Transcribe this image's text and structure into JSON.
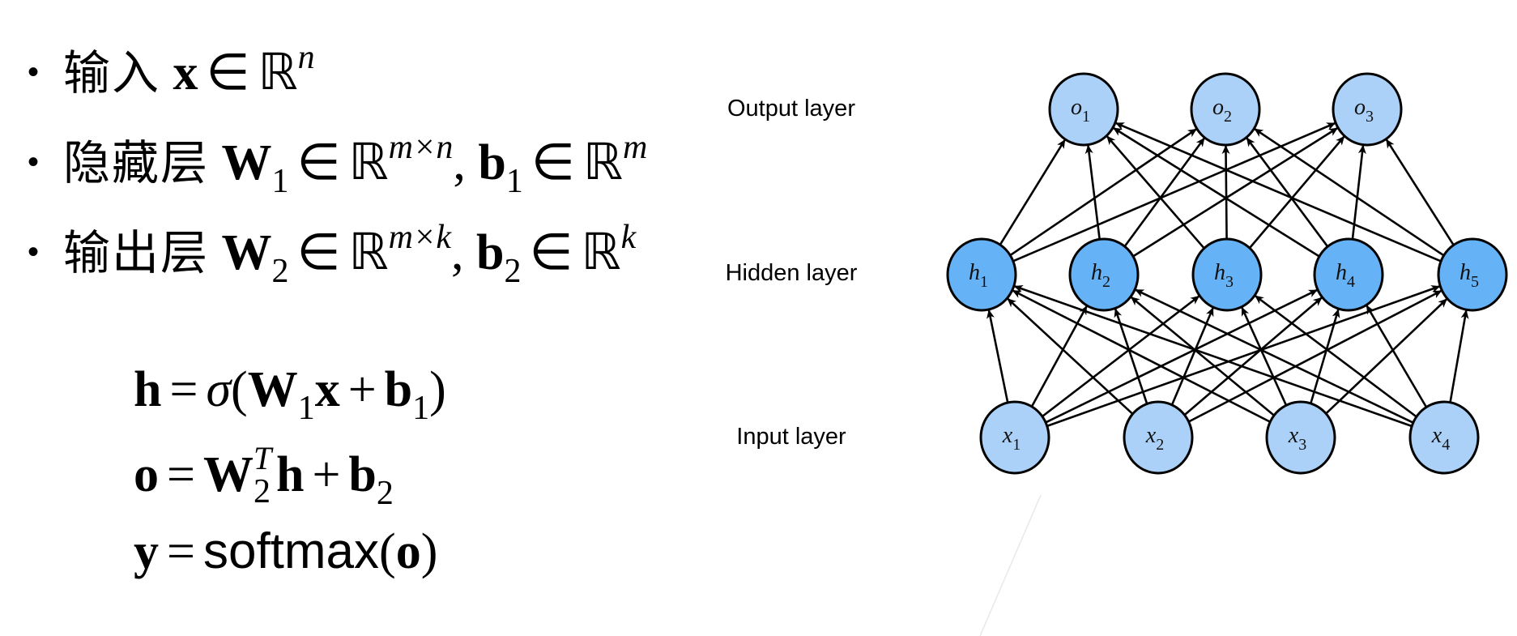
{
  "bullets": [
    {
      "label": "输入",
      "math": {
        "x": "x",
        "in": "∈",
        "R": "ℝ",
        "sup": "n"
      }
    },
    {
      "label": "隐藏层",
      "math": {
        "W": "W",
        "Wsub": "1",
        "in": "∈",
        "R": "ℝ",
        "sup": "m×n",
        "comma": ",",
        "b": "b",
        "bsub": "1",
        "R2sup": "m"
      }
    },
    {
      "label": "输出层",
      "math": {
        "W": "W",
        "Wsub": "2",
        "in": "∈",
        "R": "ℝ",
        "sup": "m×k",
        "comma": ",",
        "b": "b",
        "bsub": "2",
        "R2sup": "k"
      }
    }
  ],
  "bullet_glyph": "•",
  "formulas": {
    "f1": {
      "lhs": "h",
      "eq": "=",
      "sigma": "σ",
      "open": "(",
      "W": "W",
      "Wsub": "1",
      "x": "x",
      "plus": "+",
      "b": "b",
      "bsub": "1",
      "close": ")"
    },
    "f2": {
      "lhs": "o",
      "eq": "=",
      "W": "W",
      "sup": "T",
      "sub": "2",
      "h": "h",
      "plus": "+",
      "b": "b",
      "bsub": "2"
    },
    "f3": {
      "lhs": "y",
      "eq": "=",
      "fn": "softmax",
      "open": "(",
      "arg": "o",
      "close": ")"
    }
  },
  "diagram": {
    "layer_labels": {
      "output": "Output layer",
      "hidden": "Hidden layer",
      "input": "Input layer"
    },
    "colors": {
      "io_fill": "#acd1f8",
      "hidden_fill": "#66b2f7",
      "stroke": "#000000",
      "faint_line": "#e6e6e6"
    },
    "layers": {
      "output": [
        {
          "sym": "o",
          "sub": "1"
        },
        {
          "sym": "o",
          "sub": "2"
        },
        {
          "sym": "o",
          "sub": "3"
        }
      ],
      "hidden": [
        {
          "sym": "h",
          "sub": "1"
        },
        {
          "sym": "h",
          "sub": "2"
        },
        {
          "sym": "h",
          "sub": "3"
        },
        {
          "sym": "h",
          "sub": "4"
        },
        {
          "sym": "h",
          "sub": "5"
        }
      ],
      "input": [
        {
          "sym": "x",
          "sub": "1"
        },
        {
          "sym": "x",
          "sub": "2"
        },
        {
          "sym": "x",
          "sub": "3"
        },
        {
          "sym": "x",
          "sub": "4"
        }
      ]
    },
    "connections": "fully-connected: every input → every hidden, every hidden → every output"
  }
}
